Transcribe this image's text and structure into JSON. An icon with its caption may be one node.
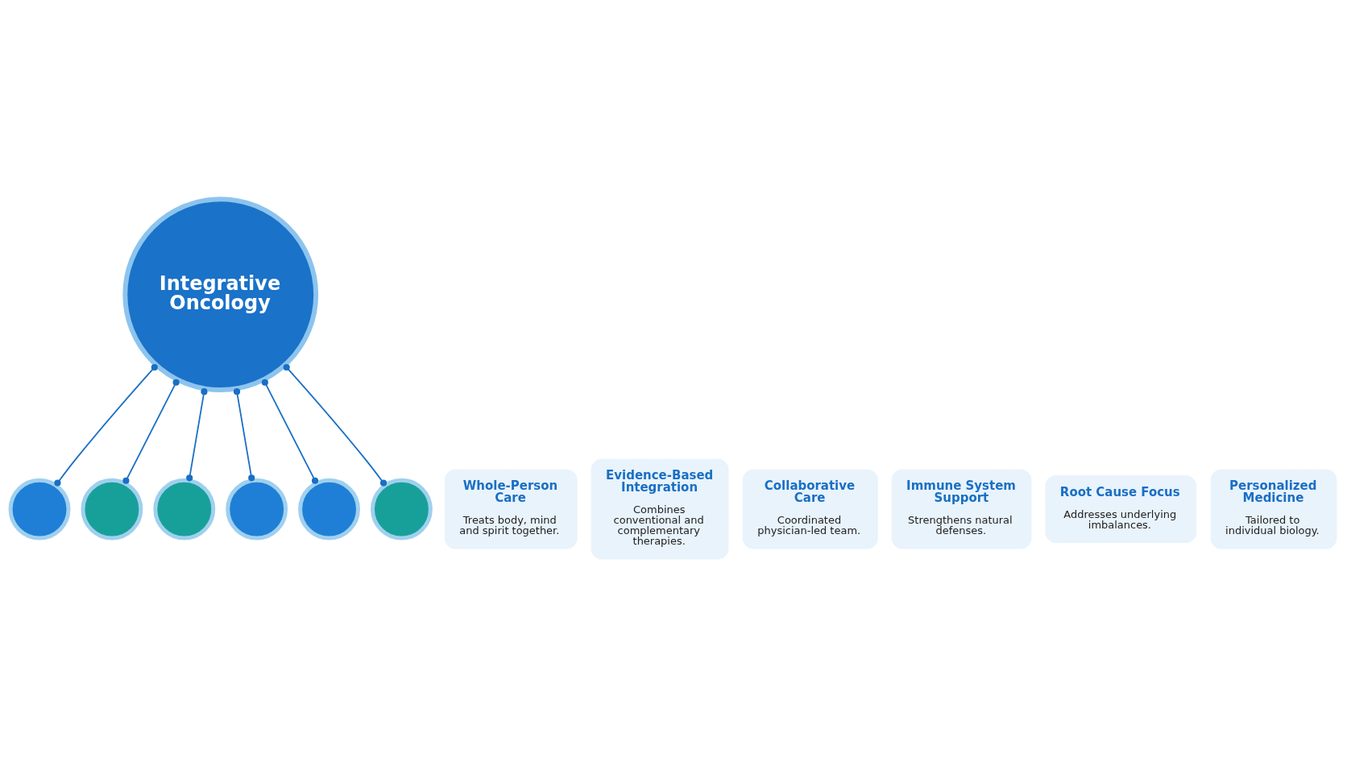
{
  "diagram": {
    "nodes": [
      {
        "text": [
          "Integrative Oncology"
        ]
      },
      {
        "text": [
          "Whole-Person Care",
          "Treats body, mind and spirit together."
        ]
      },
      {
        "text": [],
        "shape": "circle"
      },
      {
        "text": [
          "Evidence-Based Integration",
          "Combines conventional and complementary therapies."
        ]
      },
      {
        "text": [],
        "shape": "circle"
      },
      {
        "text": [
          "Collaborative Care",
          "Coordinated physician-led team."
        ]
      },
      {
        "text": [],
        "shape": "circle"
      },
      {
        "text": [
          "Immune System Support",
          "Strengthens natural defenses."
        ]
      },
      {
        "text": [],
        "shape": "circle"
      },
      {
        "text": [
          "Root Cause Focus",
          "Addresses underlying imbalances."
        ]
      },
      {
        "text": [],
        "shape": "circle"
      },
      {
        "text": [
          "Personalized Medicine",
          "Tailored to individual biology."
        ]
      },
      {
        "text": [],
        "shape": "circle"
      }
    ],
    "edges": [
      {
        "from": 0,
        "to": 2,
        "arrow": "other"
      },
      {
        "from": 0,
        "to": 4,
        "arrow": "other"
      },
      {
        "from": 0,
        "to": 6,
        "arrow": "other"
      },
      {
        "from": 0,
        "to": 8,
        "arrow": "other"
      },
      {
        "from": 0,
        "to": 10,
        "arrow": "other"
      },
      {
        "from": 0,
        "to": 12,
        "arrow": "other"
      }
    ]
  }
}
